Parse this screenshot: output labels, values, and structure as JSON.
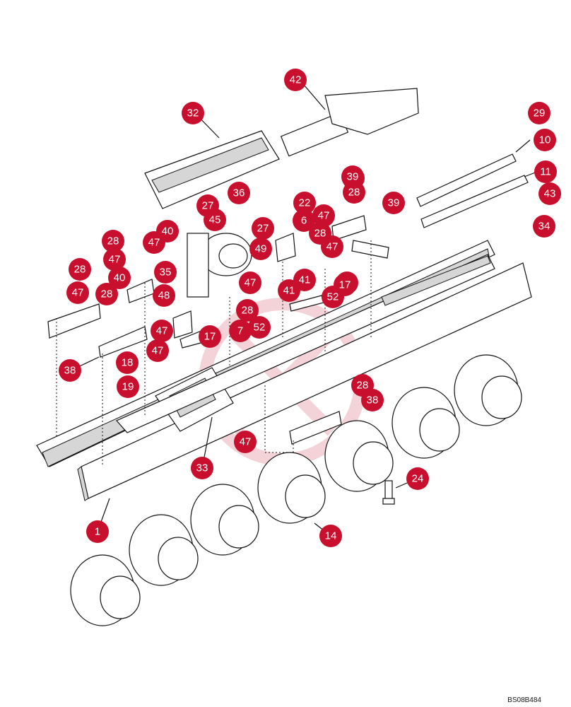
{
  "figure_code": "BS08B484",
  "accent_color": "#c8102e",
  "callouts": [
    "42",
    "32",
    "29",
    "10",
    "11",
    "43",
    "34",
    "36",
    "27",
    "45",
    "28",
    "39",
    "27",
    "6",
    "47",
    "40",
    "47",
    "49",
    "22",
    "28",
    "28",
    "47",
    "28",
    "47",
    "35",
    "40",
    "28",
    "48",
    "47",
    "41",
    "47",
    "41",
    "28",
    "47",
    "17",
    "7",
    "52",
    "52",
    "41",
    "17",
    "28",
    "18",
    "47",
    "19",
    "38",
    "33",
    "28",
    "38",
    "47",
    "24",
    "1",
    "14",
    "39"
  ]
}
